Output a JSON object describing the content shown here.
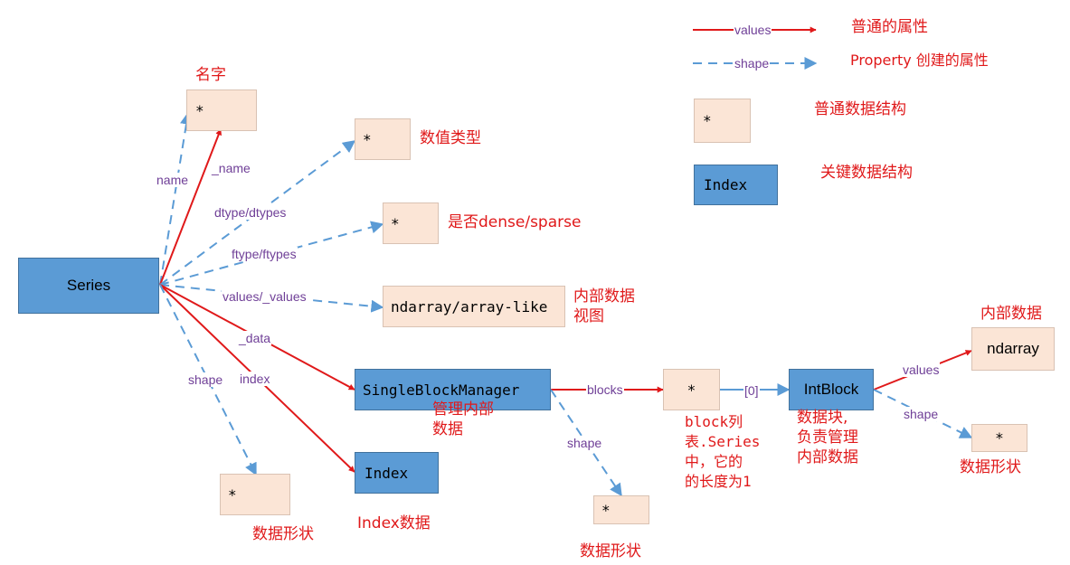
{
  "legend": {
    "solid_label": "values",
    "solid_desc": "普通的属性",
    "dashed_label": "shape",
    "dashed_desc": "Property 创建的属性",
    "peach_symbol": "*",
    "peach_desc": "普通数据结构",
    "blue_symbol": "Index",
    "blue_desc": "关键数据结构"
  },
  "nodes": {
    "series": "Series",
    "name_box": "*",
    "dtype_box": "*",
    "ftype_box": "*",
    "values_box": "ndarray/array-like",
    "sbm": "SingleBlockManager",
    "index": "Index",
    "shape_box": "*",
    "blocks_box": "*",
    "sbm_shape_box": "*",
    "intblock": "IntBlock",
    "ndarray": "ndarray",
    "ib_shape_box": "*"
  },
  "edges": {
    "name": "name",
    "_name": "_name",
    "dtype": "dtype/dtypes",
    "ftype": "ftype/ftypes",
    "values": "values/_values",
    "_data": "_data",
    "index": "index",
    "shape": "shape",
    "blocks": "blocks",
    "sbm_shape": "shape",
    "zero": "[0]",
    "ib_values": "values",
    "ib_shape": "shape"
  },
  "annotations": {
    "name": "名字",
    "dtype": "数值类型",
    "ftype": "是否dense/sparse",
    "values_line1": "内部数据",
    "values_line2": "视图",
    "sbm_line1": "管理内部",
    "sbm_line2": "数据",
    "index": "Index数据",
    "shape": "数据形状",
    "blocks_line1": "block列",
    "blocks_line2": "表.Series",
    "blocks_line3": "中，它的",
    "blocks_line4": "的长度为1",
    "intblock_line1": "数据块,",
    "intblock_line2": "负责管理",
    "intblock_line3": "内部数据",
    "ndarray": "内部数据",
    "sbm_shape": "数据形状",
    "ib_shape": "数据形状"
  },
  "colors": {
    "solid_arrow": "#e0191a",
    "dashed_arrow": "#5b9bd5",
    "peach": "#fbe5d6",
    "blue": "#5b9bd5",
    "edge_label": "#6f3f97"
  }
}
